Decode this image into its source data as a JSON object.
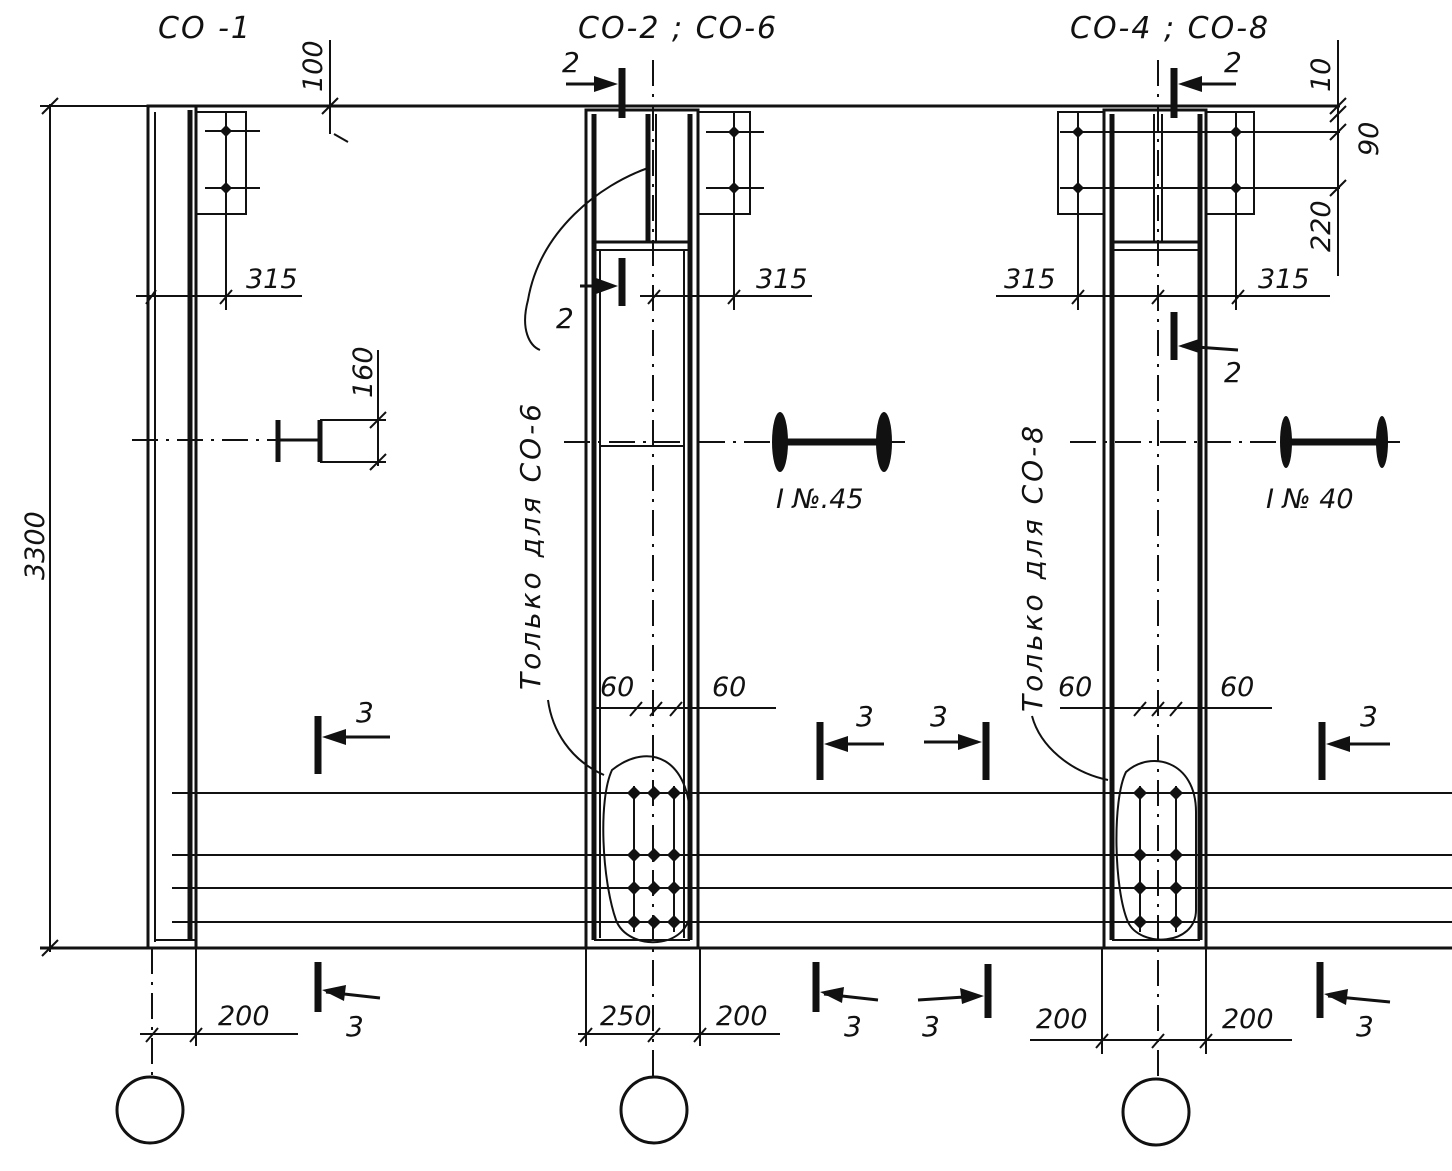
{
  "column_labels": [
    "СО -1",
    "СО-2 ; СО-6",
    "СО-4 ; СО-8"
  ],
  "overall_height": "3300",
  "dimensions": {
    "top_offset": "100",
    "bolt_spacing": "160",
    "edge_a": "10",
    "edge_b": "90",
    "bracket_height": "220",
    "offset_315": "315",
    "spacing_60": "60",
    "offset_200": "200",
    "offset_250": "250"
  },
  "section_marks": {
    "two": "2",
    "three": "3"
  },
  "beam_labels": [
    "I №.45",
    "I № 40"
  ],
  "notes": [
    "Только для СО-6",
    "Только для СО-8"
  ],
  "colors": {
    "ink": "#111111",
    "paper": "#ffffff"
  }
}
